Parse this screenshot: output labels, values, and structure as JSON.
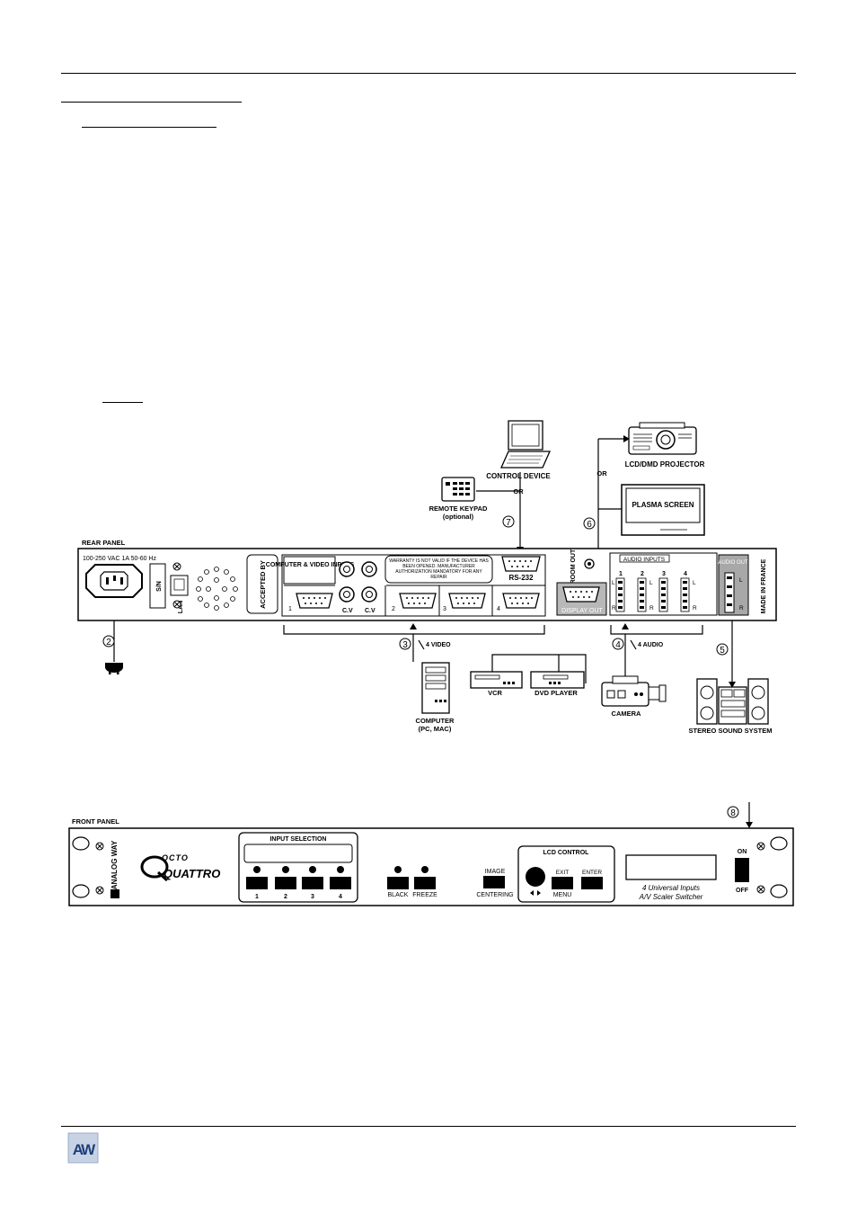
{
  "rear_panel": {
    "title": "REAR PANEL",
    "power_spec": "100-250 VAC 1A 50-60 Hz",
    "sn_label": "S/N",
    "lan_label": "LAN",
    "accepted_by": "ACCEPTED BY",
    "computer_video_inputs": "COMPUTER & VIDEO INPUTS",
    "warranty_text": "WARRANTY IS NOT VALID IF THE DEVICE HAS BEEN OPENED. MANUFACTURER AUTHORIZATION MANDATORY FOR ANY REPAIR",
    "input_numbers": [
      "1",
      "2",
      "3",
      "4"
    ],
    "cv_label": "C.V",
    "rs232": "RS-232",
    "room_out": "ROOM OUT",
    "display_out": "DISPLAY OUT",
    "audio_inputs": "AUDIO INPUTS",
    "audio_out": "AUDIO OUT",
    "made_in_france": "MADE IN FRANCE",
    "lr": [
      "L",
      "R"
    ]
  },
  "devices": {
    "control_device": "CONTROL DEVICE",
    "remote_keypad": "REMOTE KEYPAD",
    "optional": "(optional)",
    "or": "OR",
    "projector": "LCD/DMD PROJECTOR",
    "plasma": "PLASMA SCREEN",
    "computer": "COMPUTER",
    "computer_sub": "(PC, MAC)",
    "vcr": "VCR",
    "dvd": "DVD PLAYER",
    "camera": "CAMERA",
    "stereo": "STEREO SOUND SYSTEM",
    "four_video": "4 VIDEO",
    "four_audio": "4 AUDIO"
  },
  "callouts": [
    "2",
    "3",
    "4",
    "5",
    "6",
    "7",
    "8"
  ],
  "front_panel": {
    "title": "FRONT PANEL",
    "brand_vertical": "ANALOG WAY",
    "logo_octo": "OCTO",
    "logo_quattro": "QUATTRO",
    "input_selection": "INPUT SELECTION",
    "input_buttons": [
      "1",
      "2",
      "3",
      "4"
    ],
    "black": "BLACK",
    "freeze": "FREEZE",
    "image": "IMAGE",
    "centering": "CENTERING",
    "lcd_control": "LCD CONTROL",
    "exit": "EXIT",
    "enter": "ENTER",
    "menu": "MENU",
    "tagline_1": "4 Universal Inputs",
    "tagline_2": "A/V Scaler Switcher",
    "on": "ON",
    "off": "OFF"
  },
  "footer": {
    "logo_letters": "AW"
  }
}
